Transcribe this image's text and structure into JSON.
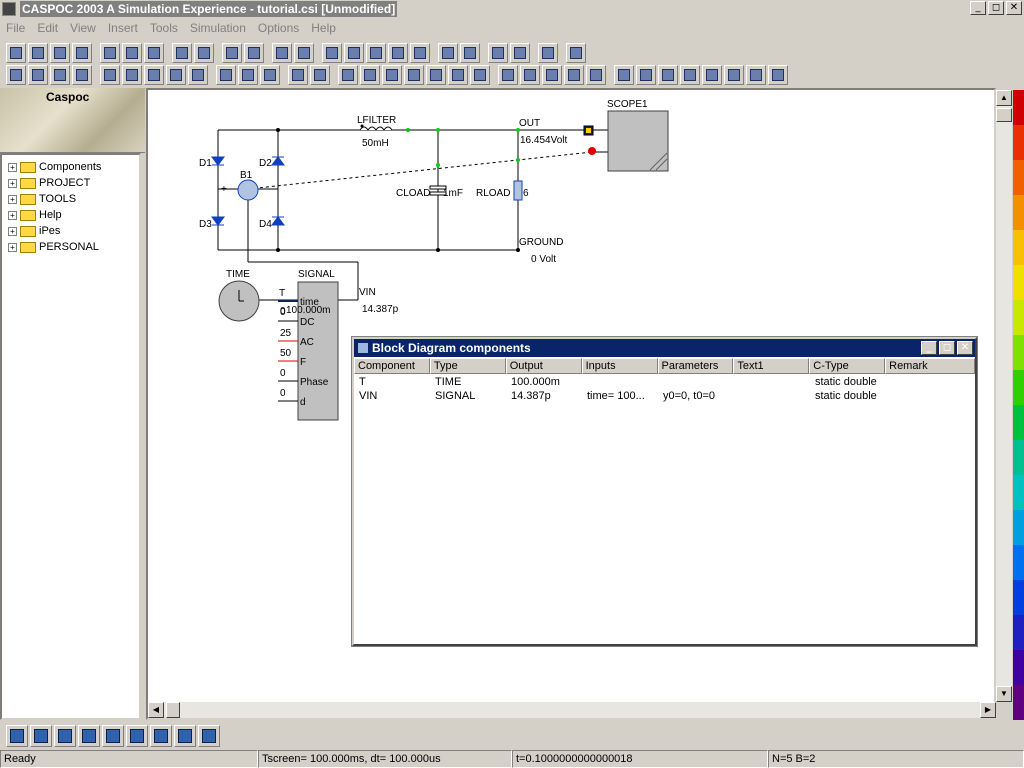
{
  "app": {
    "title": "CASPOC 2003 A Simulation Experience - tutorial.csi [Unmodified]",
    "brand": "Caspoc"
  },
  "menu": [
    "File",
    "Edit",
    "View",
    "Insert",
    "Tools",
    "Simulation",
    "Options",
    "Help"
  ],
  "window_buttons": [
    "_",
    "◻",
    "✕"
  ],
  "toolbar": {
    "row1": [
      "new-icon",
      "open-icon",
      "save-icon",
      "print-icon",
      "|",
      "cut-icon",
      "copy-icon",
      "paste-icon",
      "|",
      "undo-icon",
      "redo-icon",
      "|",
      "run-icon",
      "pause-icon",
      "|",
      "wire-icon",
      "line-icon",
      "|",
      "hand-icon",
      "probe-icon",
      "list-icon",
      "list2-icon",
      "list3-icon",
      "|",
      "connect-icon",
      "component-icon",
      "|",
      "export-icon",
      "import-icon",
      "|",
      "tree-icon",
      "|",
      "help-icon"
    ],
    "row2": [
      "zoom100-icon",
      "zoom-fit-icon",
      "width-icon",
      "height-icon",
      "|",
      "ground-icon",
      "resistor-icon",
      "diode-icon",
      "transformer-icon",
      "lamp-icon",
      "|",
      "globe-icon",
      "globe2-icon",
      "globe3-icon",
      "|",
      "probe2-icon",
      "text-icon",
      "|",
      "node-icon",
      "cross-icon",
      "arrow-icon",
      "arrow2-icon",
      "block-icon",
      "number-icon",
      "angle-icon",
      "|",
      "crosshair-icon",
      "grid-icon",
      "clock-icon",
      "color-icon",
      "fill-icon",
      "|",
      "move-icon",
      "rotate-icon",
      "flip-icon",
      "sort-icon",
      "chip-icon",
      "chip2-icon",
      "chip3-icon",
      "table-icon"
    ]
  },
  "tree": [
    "Components",
    "PROJECT",
    "TOOLS",
    "Help",
    "iPes",
    "PERSONAL"
  ],
  "schematic": {
    "labels": {
      "lfilter": "LFILTER",
      "lfilter_val": "50mH",
      "out": "OUT",
      "out_val": "16.454Volt",
      "scope": "SCOPE1",
      "d1": "D1",
      "d2": "D2",
      "d3": "D3",
      "d4": "D4",
      "b1": "B1",
      "plus": "+",
      "cload": "CLOAD",
      "cload_val": "1mF",
      "rload": "RLOAD",
      "rload_val": "6",
      "ground": "GROUND",
      "ground_val": "0   Volt",
      "time": "TIME",
      "signal": "SIGNAL",
      "t": "T",
      "t_val": "100.000m",
      "vin": "VIN",
      "vin_val": "14.387p",
      "port_time": "time",
      "port_dc": "DC",
      "port_ac": "AC",
      "port_f": "F",
      "port_phase": "Phase",
      "port_d": "d",
      "in_time": "0",
      "in_dc": "0",
      "in_ac": "25",
      "in_f": "50",
      "in_phase": "0",
      "in_d": "0"
    }
  },
  "block_window": {
    "title": "Block Diagram components",
    "columns": [
      "Component",
      "Type",
      "Output",
      "Inputs",
      "Parameters",
      "Text1",
      "C-Type",
      "Remark"
    ],
    "rows": [
      [
        "T",
        "TIME",
        "100.000m",
        "",
        "",
        "",
        "static double",
        ""
      ],
      [
        "VIN",
        "SIGNAL",
        "14.387p",
        "time= 100...",
        "y0=0, t0=0",
        "",
        "static double",
        ""
      ]
    ]
  },
  "bottom_toolbar": [
    "components-icon",
    "tree-view-icon",
    "chip-view-icon",
    "refresh-icon",
    "window-icon",
    "window2-icon",
    "image-icon",
    "folder-icon",
    "edit-icon"
  ],
  "status": [
    "Ready",
    "Tscreen= 100.000ms, dt= 100.000us",
    "t=0.1000000000000018",
    "N=5 B=2"
  ],
  "colors": {
    "accent": "#0a246a",
    "wire": "#000000",
    "diode": "#1040c0",
    "probe_node": "#00cc00",
    "scope_red": "#e00000",
    "colorbar": [
      "#d00000",
      "#e83000",
      "#f06000",
      "#f49000",
      "#f8c000",
      "#f0e000",
      "#c8e800",
      "#80e000",
      "#30d000",
      "#00c040",
      "#00c090",
      "#00c0c0",
      "#00a0e0",
      "#0070f0",
      "#0040e0",
      "#2020c0",
      "#4000a0",
      "#600080"
    ]
  }
}
